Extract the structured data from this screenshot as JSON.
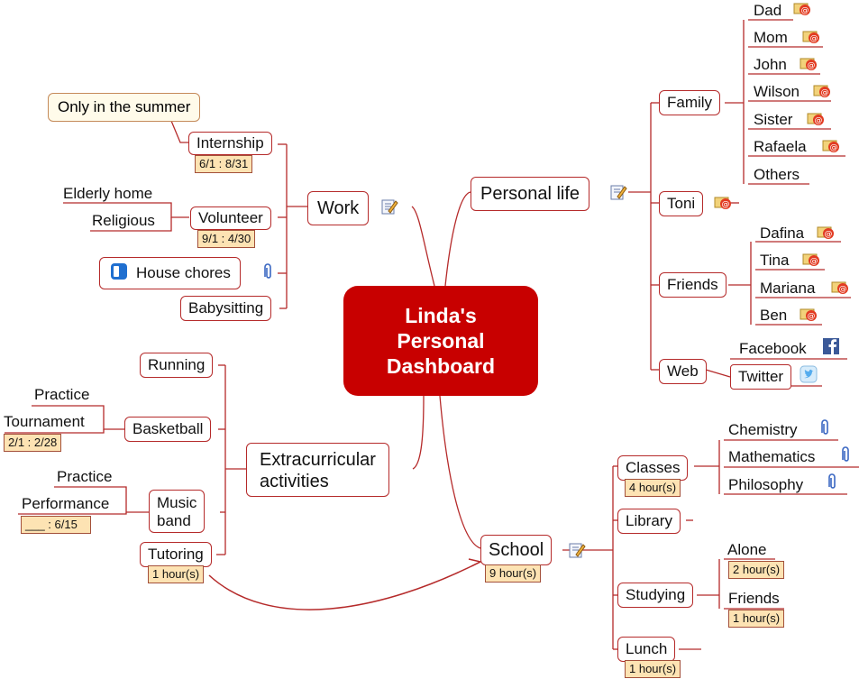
{
  "center": {
    "line1": "Linda's",
    "line2": "Personal",
    "line3": "Dashboard"
  },
  "work": {
    "label": "Work",
    "internship": {
      "label": "Internship",
      "dates": "6/1 : 8/31",
      "note": "Only in the summer"
    },
    "volunteer": {
      "label": "Volunteer",
      "dates": "9/1 : 4/30",
      "children": [
        "Elderly home",
        "Religious"
      ]
    },
    "house_chores": "House chores",
    "babysitting": "Babysitting"
  },
  "personal": {
    "label": "Personal life",
    "family": {
      "label": "Family",
      "members": [
        "Dad",
        "Mom",
        "John",
        "Wilson",
        "Sister",
        "Rafaela",
        "Others"
      ]
    },
    "toni": "Toni",
    "friends": {
      "label": "Friends",
      "members": [
        "Dafina",
        "Tina",
        "Mariana",
        "Ben"
      ]
    },
    "web": {
      "label": "Web",
      "items": [
        "Facebook",
        "Twitter"
      ]
    }
  },
  "extra": {
    "label1": "Extracurricular",
    "label2": "activities",
    "running": "Running",
    "basketball": {
      "label": "Basketball",
      "children": [
        "Practice",
        "Tournament"
      ],
      "tournament_dates": "2/1 : 2/28"
    },
    "music": {
      "label1": "Music",
      "label2": "band",
      "children": [
        "Practice",
        "Performance"
      ],
      "performance_dates": "___ : 6/15"
    },
    "tutoring": {
      "label": "Tutoring",
      "duration": "1 hour(s)"
    }
  },
  "school": {
    "label": "School",
    "duration": "9 hour(s)",
    "classes": {
      "label": "Classes",
      "duration": "4 hour(s)",
      "items": [
        "Chemistry",
        "Mathematics",
        "Philosophy"
      ]
    },
    "library": "Library",
    "studying": {
      "label": "Studying",
      "alone": "Alone",
      "alone_duration": "2 hour(s)",
      "friends": "Friends",
      "friends_duration": "1 hour(s)"
    },
    "lunch": {
      "label": "Lunch",
      "duration": "1 hour(s)"
    }
  },
  "colors": {
    "line": "#b52a2a",
    "center": "#c80000",
    "tag": "#fde3b3",
    "facebook": "#3b5998",
    "twitter": "#55acee"
  }
}
